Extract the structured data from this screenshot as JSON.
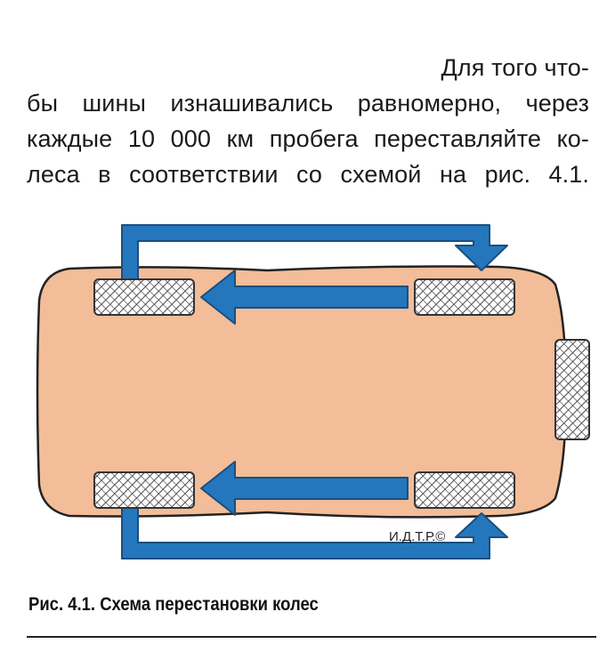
{
  "paragraph": {
    "lines": [
      "Для того что-",
      "бы шины изнашивались равномерно, через",
      "каждые 10 000 км пробега переставляйте ко-",
      "леса в соответствии со схемой на рис. 4.1."
    ]
  },
  "diagram": {
    "watermark": "И.Д.Т.Р.©",
    "colors": {
      "car_body": "#f2bd98",
      "car_outline": "#222222",
      "arrow": "#2577bd",
      "arrow_outline": "#1a4f7f",
      "tire": "#555555"
    }
  },
  "caption": "Рис. 4.1. Схема перестановки колес"
}
